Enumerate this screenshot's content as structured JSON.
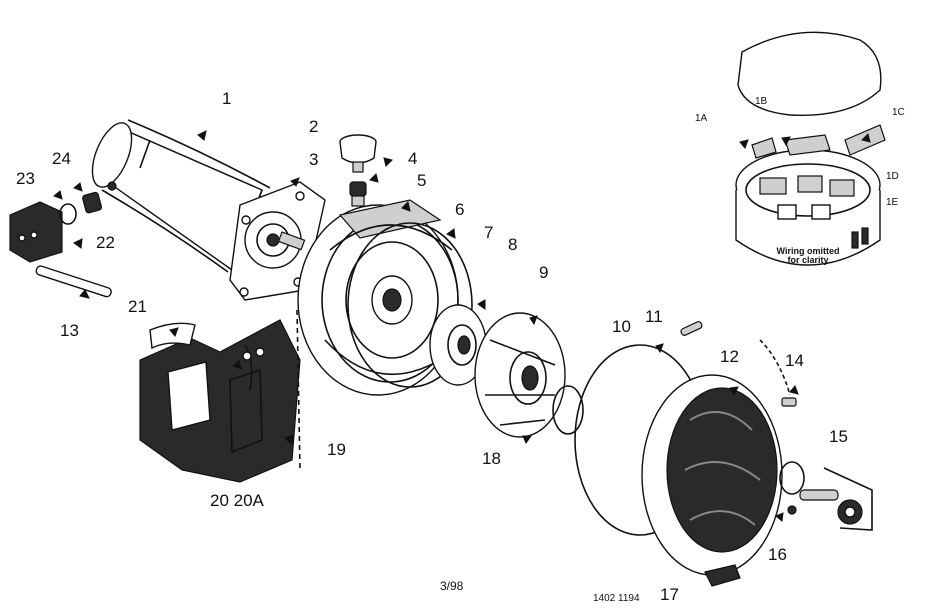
{
  "part_labels": [
    {
      "id": "1",
      "text": "1"
    },
    {
      "id": "2",
      "text": "2"
    },
    {
      "id": "3",
      "text": "3"
    },
    {
      "id": "4",
      "text": "4"
    },
    {
      "id": "5",
      "text": "5"
    },
    {
      "id": "6",
      "text": "6"
    },
    {
      "id": "7",
      "text": "7"
    },
    {
      "id": "8",
      "text": "8"
    },
    {
      "id": "9",
      "text": "9"
    },
    {
      "id": "10",
      "text": "10"
    },
    {
      "id": "11",
      "text": "11"
    },
    {
      "id": "12",
      "text": "12"
    },
    {
      "id": "13",
      "text": "13"
    },
    {
      "id": "14",
      "text": "14"
    },
    {
      "id": "15",
      "text": "15"
    },
    {
      "id": "16",
      "text": "16"
    },
    {
      "id": "17",
      "text": "17"
    },
    {
      "id": "18",
      "text": "18"
    },
    {
      "id": "19",
      "text": "19"
    },
    {
      "id": "20",
      "text": "20 20A"
    },
    {
      "id": "21",
      "text": "21"
    },
    {
      "id": "22",
      "text": "22"
    },
    {
      "id": "23",
      "text": "23"
    },
    {
      "id": "24",
      "text": "24"
    }
  ],
  "inset_labels": [
    {
      "id": "1A",
      "text": "1A"
    },
    {
      "id": "1B",
      "text": "1B"
    },
    {
      "id": "1C",
      "text": "1C"
    },
    {
      "id": "1D",
      "text": "1D"
    },
    {
      "id": "1E",
      "text": "1E"
    }
  ],
  "inset_note": {
    "line1": "Wiring omitted",
    "line2": "for clarity"
  },
  "footer": {
    "date_code": "3/98",
    "drawing_number": "1402 1194"
  }
}
